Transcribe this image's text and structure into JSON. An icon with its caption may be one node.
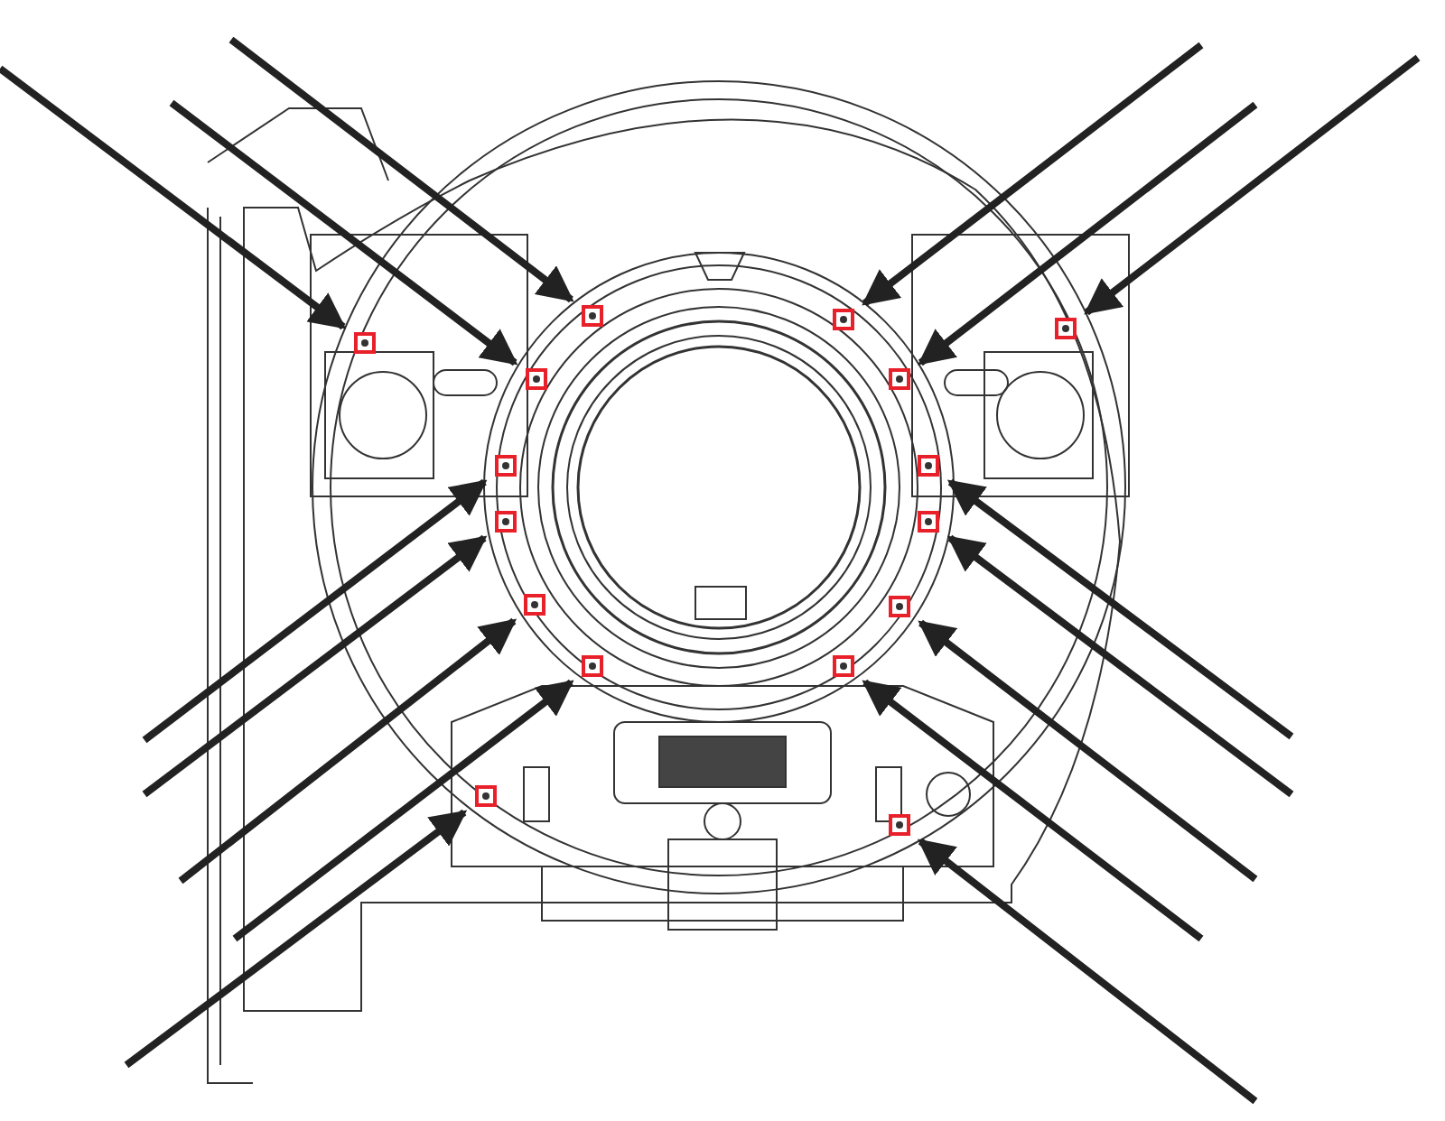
{
  "diagram": {
    "nodes": [
      {
        "text": [],
        "shape": "box"
      },
      {
        "text": [],
        "shape": "box"
      },
      {
        "text": [],
        "shape": "box"
      },
      {
        "text": [],
        "shape": "box"
      },
      {
        "text": [],
        "shape": "box"
      },
      {
        "text": [],
        "shape": "box"
      },
      {
        "text": [],
        "shape": "box"
      },
      {
        "text": [],
        "shape": "box"
      },
      {
        "text": [],
        "shape": "box"
      },
      {
        "text": [],
        "shape": "box"
      },
      {
        "text": [],
        "shape": "box"
      },
      {
        "text": [],
        "shape": "box"
      },
      {
        "text": [],
        "shape": "box"
      },
      {
        "text": [],
        "shape": "box"
      },
      {
        "text": [],
        "shape": "box"
      },
      {
        "text": [],
        "shape": "box"
      }
    ],
    "edges": [
      {
        "from": null,
        "to": 0,
        "arrow": "to"
      },
      {
        "from": null,
        "to": 1,
        "arrow": "to"
      },
      {
        "from": null,
        "to": 2,
        "arrow": "to"
      },
      {
        "from": null,
        "to": 3,
        "arrow": "to"
      },
      {
        "from": null,
        "to": 4,
        "arrow": "to"
      },
      {
        "from": null,
        "to": 5,
        "arrow": "to"
      },
      {
        "from": null,
        "to": 6,
        "arrow": "to"
      },
      {
        "from": null,
        "to": 7,
        "arrow": "to"
      },
      {
        "from": null,
        "to": 8,
        "arrow": "to"
      },
      {
        "from": null,
        "to": 9,
        "arrow": "to"
      },
      {
        "from": null,
        "to": 10,
        "arrow": "to"
      },
      {
        "from": null,
        "to": 11,
        "arrow": "to"
      },
      {
        "from": null,
        "to": 12,
        "arrow": "to"
      },
      {
        "from": null,
        "to": 13,
        "arrow": "to"
      },
      {
        "from": null,
        "to": 14,
        "arrow": "to"
      },
      {
        "from": null,
        "to": 15,
        "arrow": "to"
      }
    ]
  }
}
